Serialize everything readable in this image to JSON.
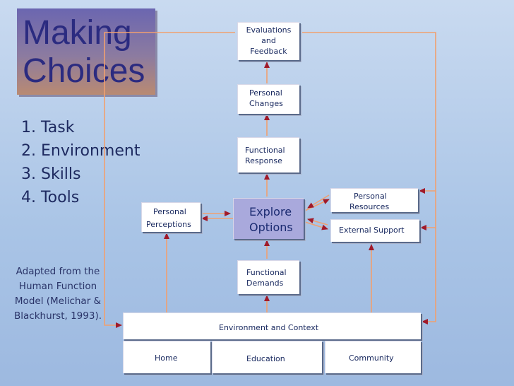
{
  "title": {
    "line1": "Making",
    "line2": "Choices"
  },
  "steps": [
    "1. Task",
    "2. Environment",
    "3. Skills",
    "4. Tools"
  ],
  "credit": "Adapted from the Human Function Model (Melichar & Blackhurst, 1993).",
  "boxes": {
    "evaluations": {
      "line1": "Evaluations",
      "line2": "and",
      "line3": "Feedback"
    },
    "personal_changes": {
      "line1": "Personal",
      "line2": "Changes"
    },
    "functional_response": {
      "line1": "Functional",
      "line2": "Response"
    },
    "explore_options": {
      "line1": "Explore",
      "line2": "Options"
    },
    "functional_demands": {
      "line1": "Functional",
      "line2": "Demands"
    },
    "personal_perceptions": {
      "line1": "Personal",
      "line2": "Perceptions"
    },
    "personal_resources": {
      "line1": "Personal",
      "line2": "Resources"
    },
    "external_support": {
      "label": "External Support"
    },
    "environment": {
      "label": "Environment and Context"
    },
    "home": {
      "label": "Home"
    },
    "education": {
      "label": "Education"
    },
    "community": {
      "label": "Community"
    }
  },
  "colors": {
    "arrow": "#f0a070",
    "arrowhead": "#a01a2a",
    "title_bg": "#7b70a8",
    "explore_bg": "#a9a9dc"
  }
}
